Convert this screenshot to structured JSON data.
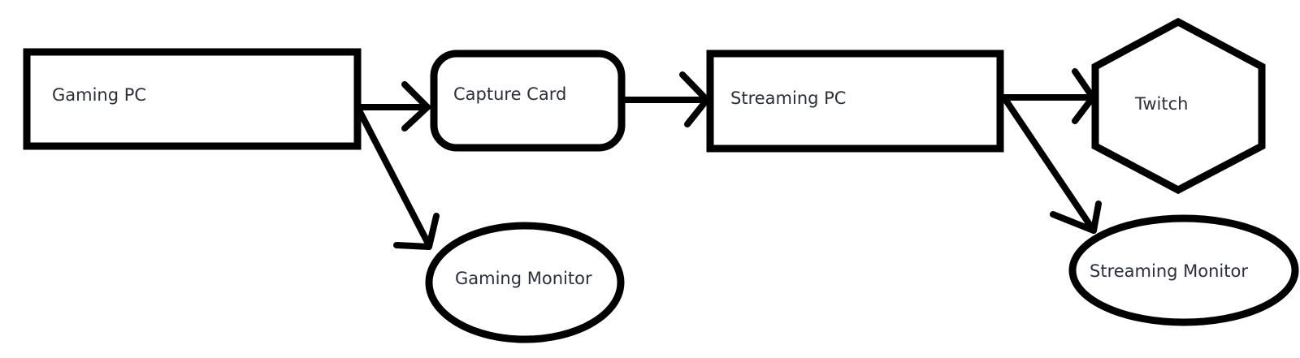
{
  "diagram": {
    "type": "flowchart",
    "nodes": [
      {
        "id": "gaming_pc",
        "label": "Gaming PC",
        "shape": "rectangle"
      },
      {
        "id": "capture_card",
        "label": "Capture Card",
        "shape": "rounded-rectangle"
      },
      {
        "id": "streaming_pc",
        "label": "Streaming PC",
        "shape": "rectangle"
      },
      {
        "id": "twitch",
        "label": "Twitch",
        "shape": "hexagon"
      },
      {
        "id": "gaming_monitor",
        "label": "Gaming Monitor",
        "shape": "ellipse"
      },
      {
        "id": "streaming_monitor",
        "label": "Streaming Monitor",
        "shape": "ellipse"
      }
    ],
    "edges": [
      {
        "from": "gaming_pc",
        "to": "capture_card"
      },
      {
        "from": "gaming_pc",
        "to": "gaming_monitor"
      },
      {
        "from": "capture_card",
        "to": "streaming_pc"
      },
      {
        "from": "streaming_pc",
        "to": "twitch"
      },
      {
        "from": "streaming_pc",
        "to": "streaming_monitor"
      }
    ],
    "colors": {
      "stroke": "#000000",
      "text": "#2b2f3a",
      "background": "#ffffff"
    }
  }
}
